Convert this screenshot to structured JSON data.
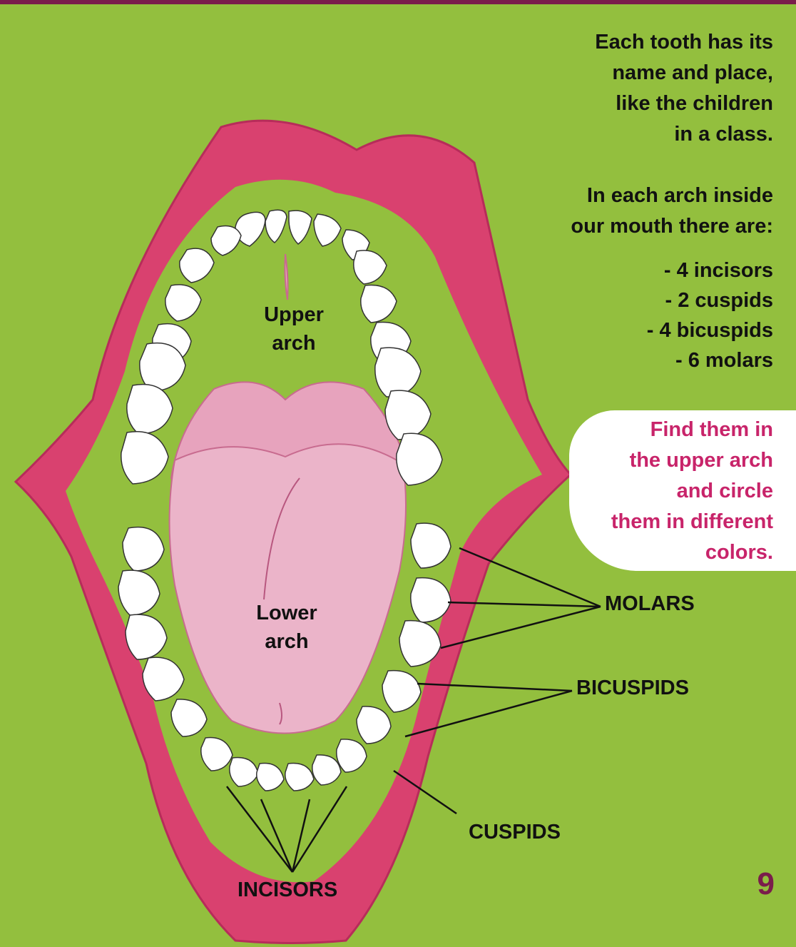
{
  "intro": {
    "line1": "Each tooth has its",
    "line2": "name and place,",
    "line3": "like the children",
    "line4": "in a class.",
    "line5": "In each arch inside",
    "line6": "our mouth there are:"
  },
  "counts": [
    "- 4 incisors",
    "- 2 cuspids",
    "- 4 bicuspids",
    "- 6 molars"
  ],
  "bubble": {
    "line1": "Find them in",
    "line2": "the upper arch",
    "line3": "and circle",
    "line4": "them in different",
    "line5": "colors."
  },
  "arches": {
    "upper_line1": "Upper",
    "upper_line2": "arch",
    "lower_line1": "Lower",
    "lower_line2": "arch"
  },
  "callouts": {
    "molars": "MOLARS",
    "bicuspids": "BICUSPIDS",
    "cuspids": "CUSPIDS",
    "incisors": "INCISORS"
  },
  "page_number": "9",
  "colors": {
    "background": "#93bf3e",
    "lips": "#d9416f",
    "accent_text": "#c8246a",
    "page_number": "#7a1d4b"
  }
}
